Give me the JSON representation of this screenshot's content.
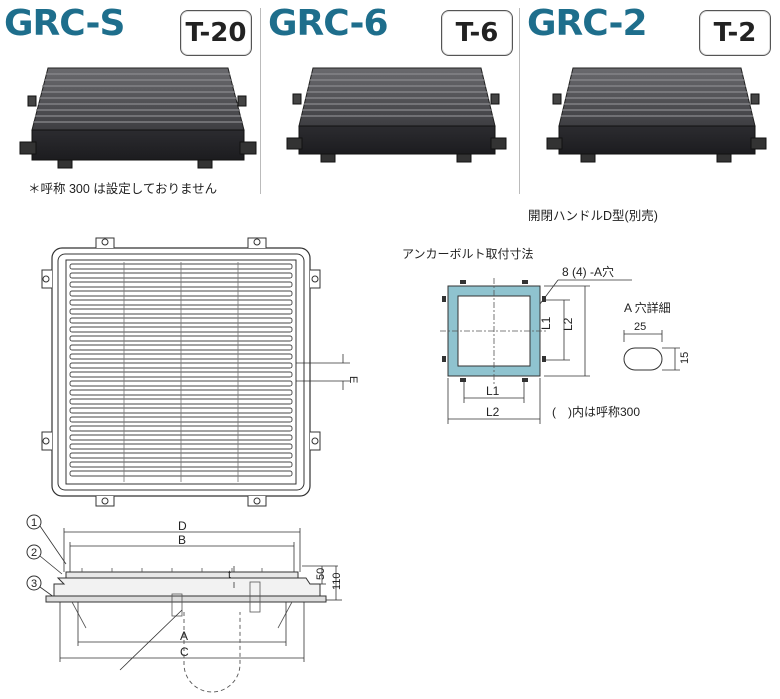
{
  "products": [
    {
      "name": "GRC-S",
      "load": "T-20"
    },
    {
      "name": "GRC-6",
      "load": "T-6"
    },
    {
      "name": "GRC-2",
      "load": "T-2"
    }
  ],
  "notes": {
    "grcs_note": "＊呼称 300 は設定しておりません",
    "handle_note": "開閉ハンドルD型(別売)"
  },
  "plan_view": {
    "dim_e": "E"
  },
  "anchor": {
    "title": "アンカーボルト取付寸法",
    "hole_label": "8 (4) -A穴",
    "l1_h": "L1",
    "l2_h": "L2",
    "l1_v": "L1",
    "l2_v": "L2",
    "paren_note": "(　)内は呼称300"
  },
  "hole_detail": {
    "title": "A 穴詳細",
    "width": "25",
    "height": "15"
  },
  "section": {
    "markers": [
      "1",
      "2",
      "3"
    ],
    "dim_d": "D",
    "dim_b": "B",
    "dim_t": "t",
    "dim_50": "50",
    "dim_110": "110",
    "dim_a": "A",
    "dim_c": "C"
  }
}
